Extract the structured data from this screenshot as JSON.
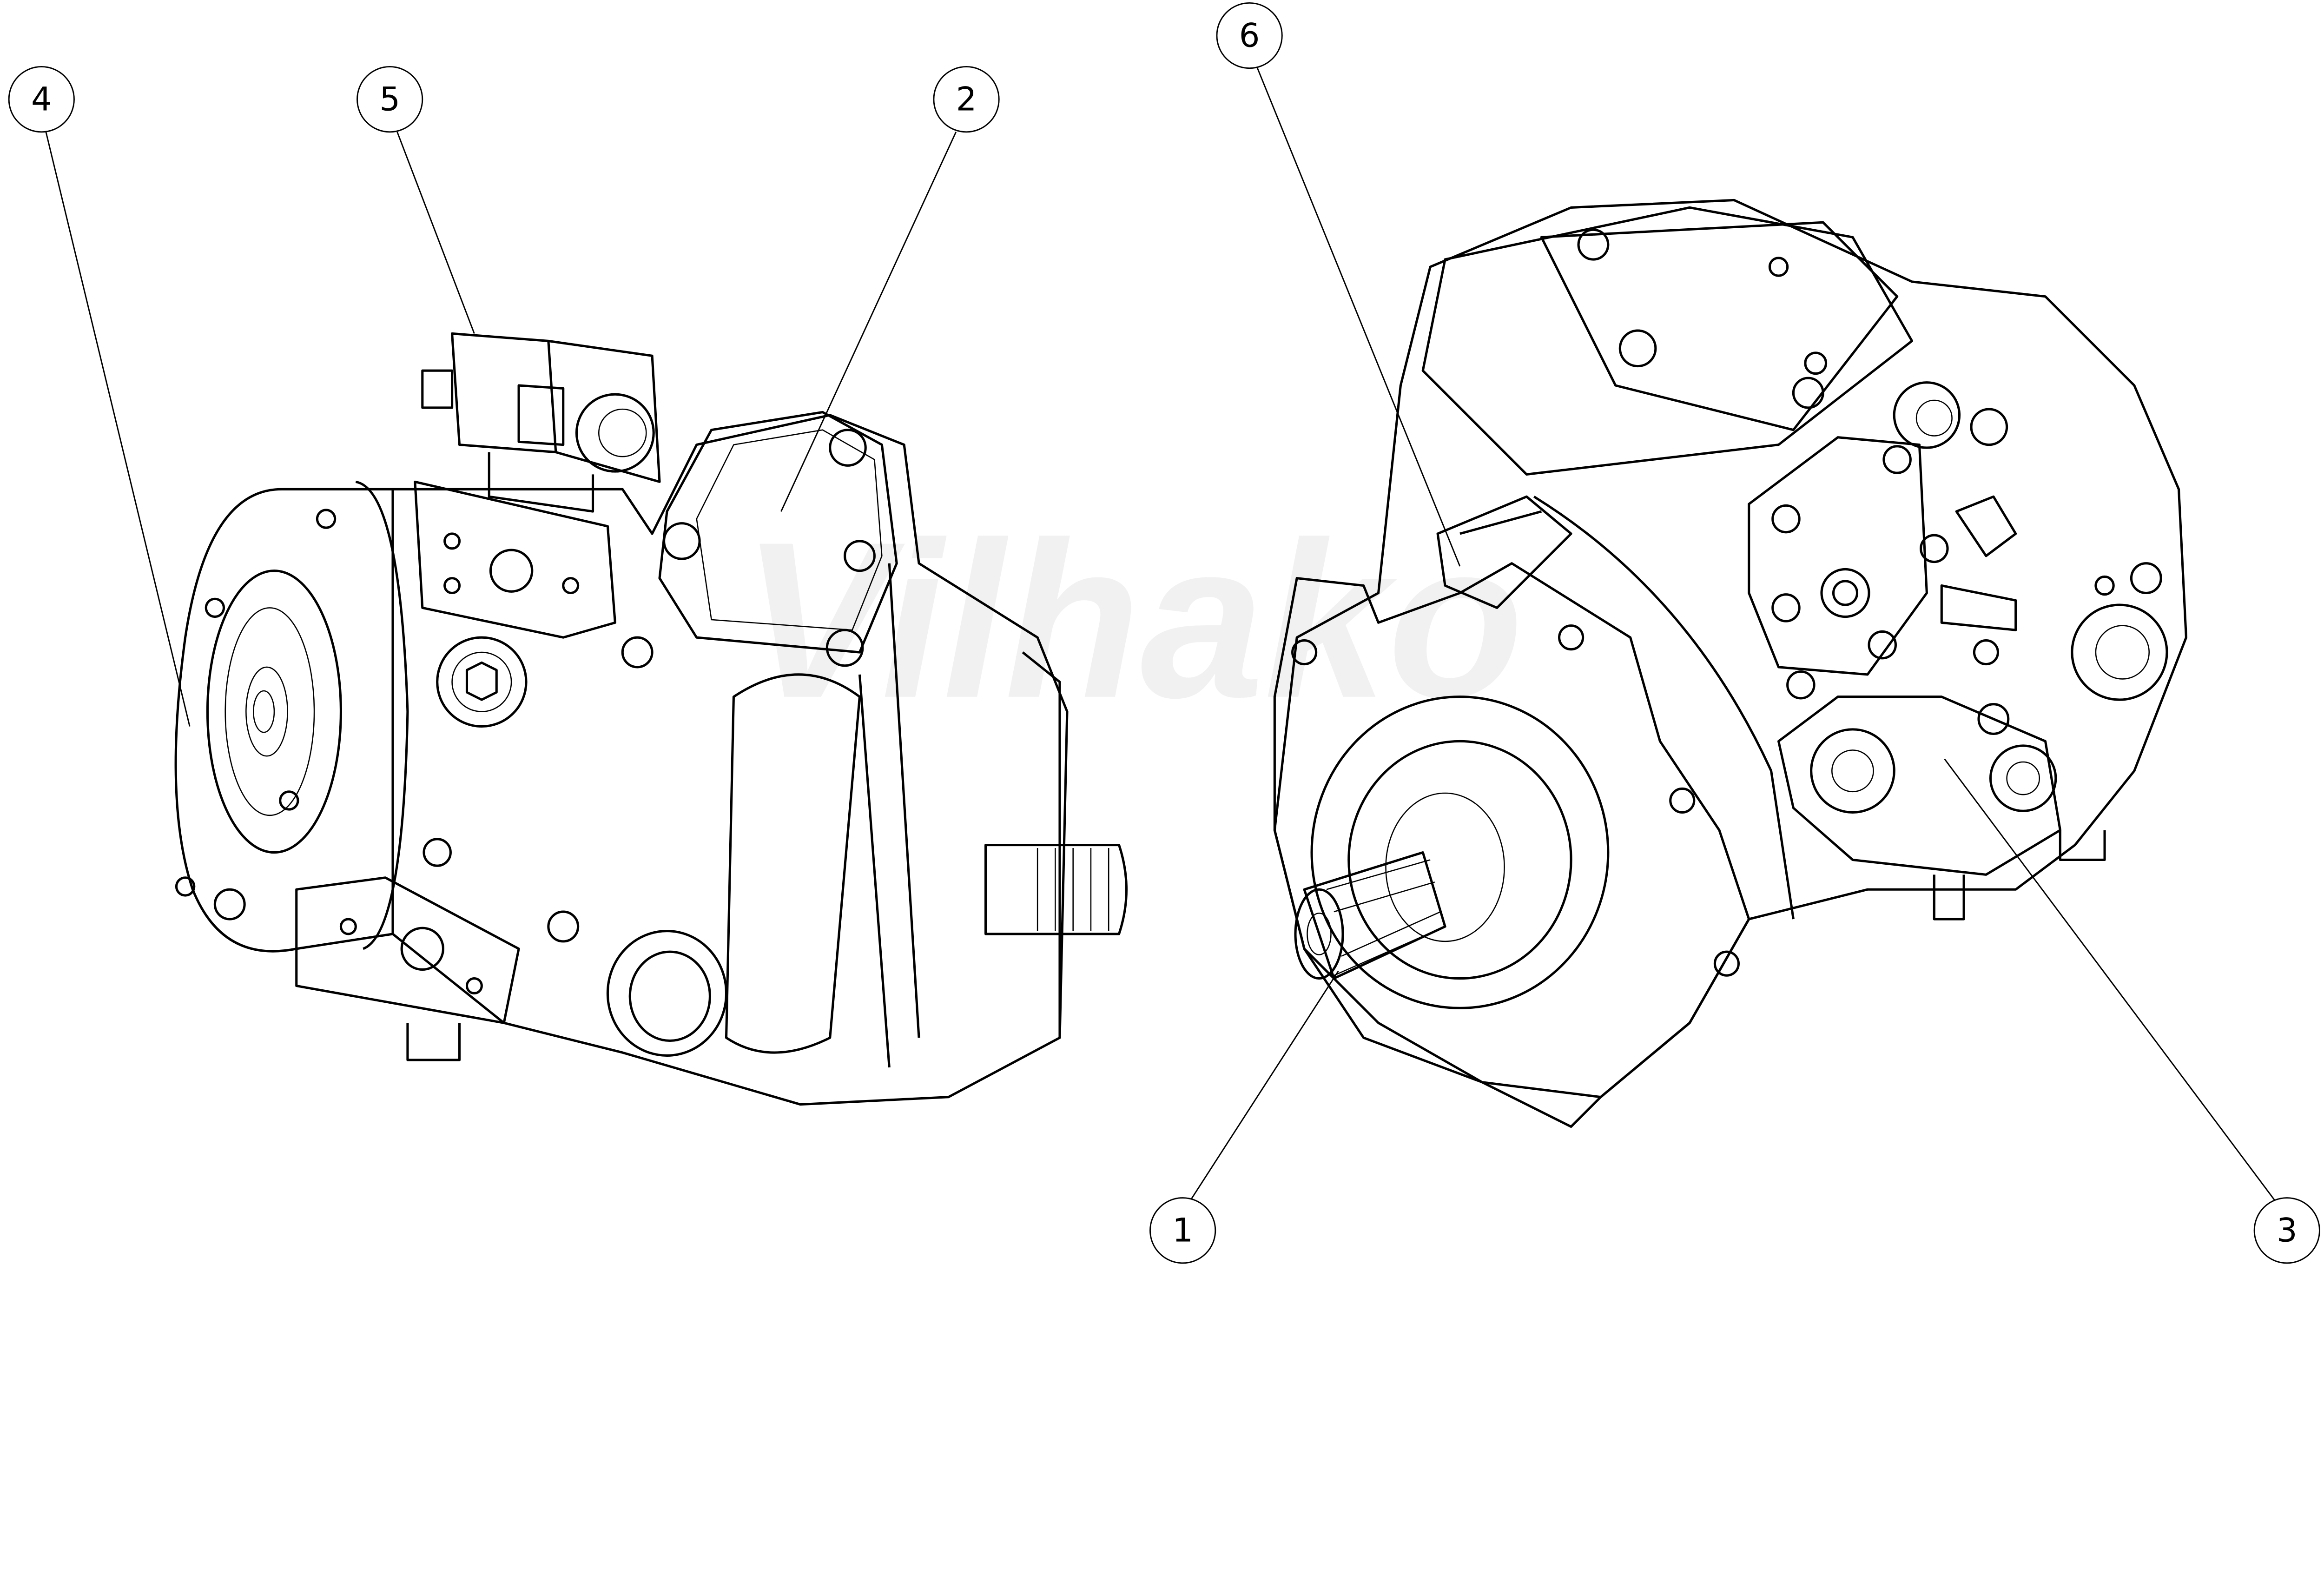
{
  "diagram": {
    "watermark": "Vilhako",
    "callouts": [
      {
        "id": "4",
        "label": "4"
      },
      {
        "id": "5",
        "label": "5"
      },
      {
        "id": "2",
        "label": "2"
      },
      {
        "id": "6",
        "label": "6"
      },
      {
        "id": "1",
        "label": "1"
      },
      {
        "id": "3",
        "label": "3"
      }
    ]
  }
}
